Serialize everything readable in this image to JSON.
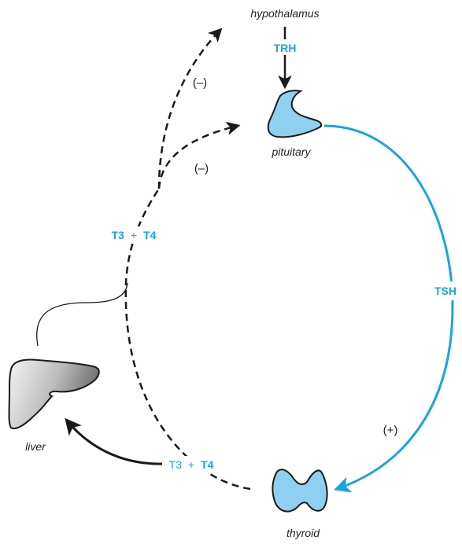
{
  "organs": {
    "hypothalamus": "hypothalamus",
    "pituitary": "pituitary",
    "liver": "liver",
    "thyroid": "thyroid"
  },
  "hormones": {
    "trh": "TRH",
    "tsh": "TSH",
    "t3_t4_upper": {
      "t3": "T3",
      "plus": "+",
      "t4": "T4"
    },
    "t3_t4_lower": {
      "t3": "T3",
      "plus": "+",
      "t4": "T4"
    }
  },
  "signs": {
    "negative_hypothalamus": "(–)",
    "negative_pituitary": "(–)",
    "positive_thyroid": "(+)"
  },
  "colors": {
    "accent_blue": "#1aa3dd",
    "organ_fill_blue": "#8fd0f0",
    "dark": "#1a1a1a"
  }
}
